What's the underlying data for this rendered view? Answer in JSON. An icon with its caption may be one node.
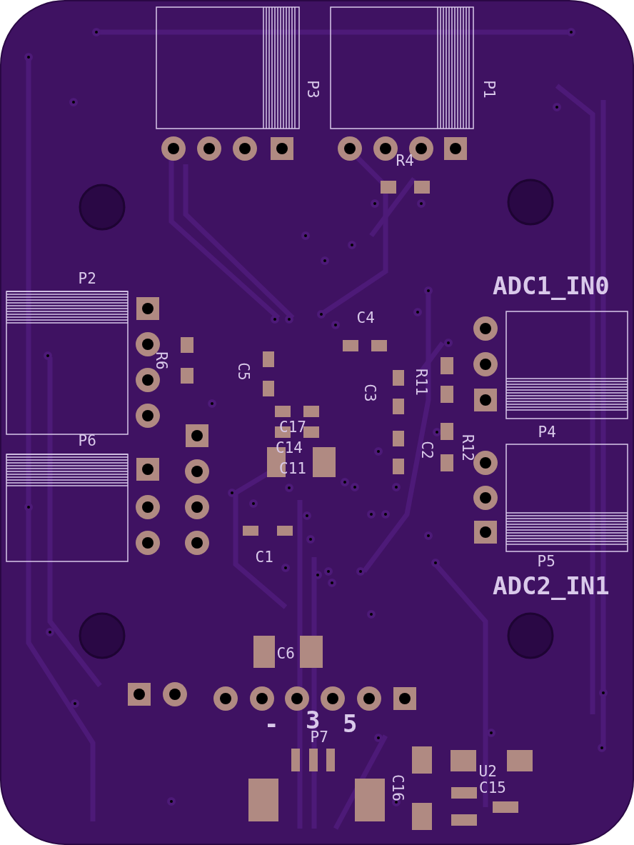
{
  "diagram": {
    "labels": [
      "P3",
      "P1",
      "R4",
      "P2",
      "ADC1_IN0",
      "R6",
      "C4",
      "C5",
      "R11",
      "C3",
      "P4",
      "C17",
      "C14",
      "C11",
      "C2",
      "R12",
      "P6",
      "C1",
      "ADC2_IN1",
      "P5",
      "C6",
      "-",
      "3",
      "5",
      "P7",
      "C16",
      "U2",
      "C15"
    ]
  }
}
